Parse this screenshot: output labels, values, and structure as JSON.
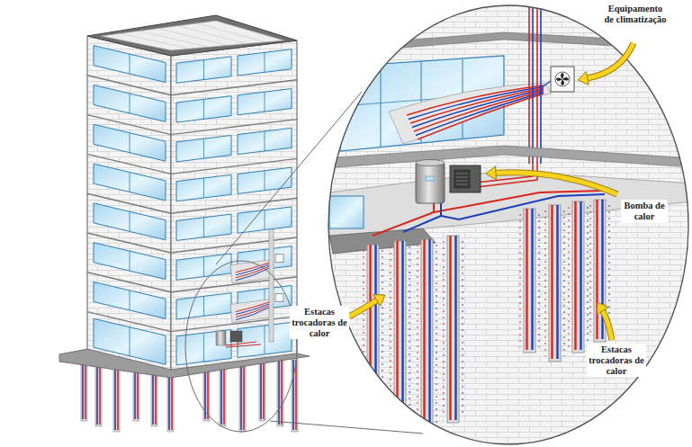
{
  "diagram": {
    "labels": [
      "Equipamento de climatização",
      "Bomba de calor",
      "Estacas trocadoras de calor",
      "Estacas trocadoras de calor"
    ]
  }
}
